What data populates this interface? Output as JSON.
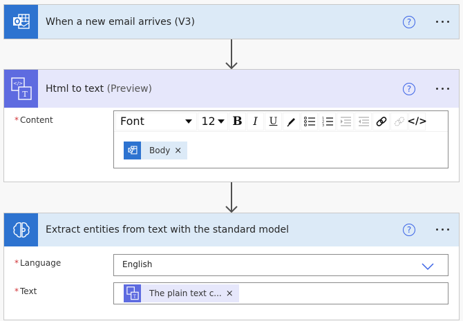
{
  "colors": {
    "outlook_blue": "#2d73d0",
    "html_purple": "#5e6be0",
    "header_blue_bg": "#dceaf7",
    "header_purple_bg": "#e6e7fb",
    "help_accent": "#3a63e6",
    "required_red": "#d13438"
  },
  "steps": [
    {
      "title": "When a new email arrives (V3)",
      "icon": "outlook-icon",
      "help_icon": "?",
      "more_icon": "ellipsis-icon"
    },
    {
      "title": "Html to text",
      "title_suffix": "(Preview)",
      "icon": "html-to-text-icon",
      "help_icon": "?",
      "more_icon": "ellipsis-icon",
      "fields": [
        {
          "label": "Content",
          "required": "*",
          "editor": {
            "toolbar": {
              "font_label": "Font",
              "size_label": "12",
              "bold": "B",
              "italic": "I",
              "underline": "U",
              "buttons": [
                "bold-icon",
                "italic-icon",
                "underline-icon",
                "color-picker-icon",
                "bullet-list-icon",
                "numbered-list-icon",
                "indent-icon",
                "outdent-icon",
                "link-icon",
                "unlink-icon",
                "code-view-icon"
              ]
            },
            "token": {
              "label": "Body",
              "close": "×",
              "icon": "outlook-icon"
            }
          }
        }
      ]
    },
    {
      "title": "Extract entities from text with the standard model",
      "icon": "ai-brain-icon",
      "help_icon": "?",
      "more_icon": "ellipsis-icon",
      "fields": [
        {
          "label": "Language",
          "required": "*",
          "value": "English",
          "type": "dropdown"
        },
        {
          "label": "Text",
          "required": "*",
          "token": {
            "label": "The plain text c...",
            "close": "×",
            "icon": "html-to-text-icon"
          }
        }
      ]
    }
  ]
}
